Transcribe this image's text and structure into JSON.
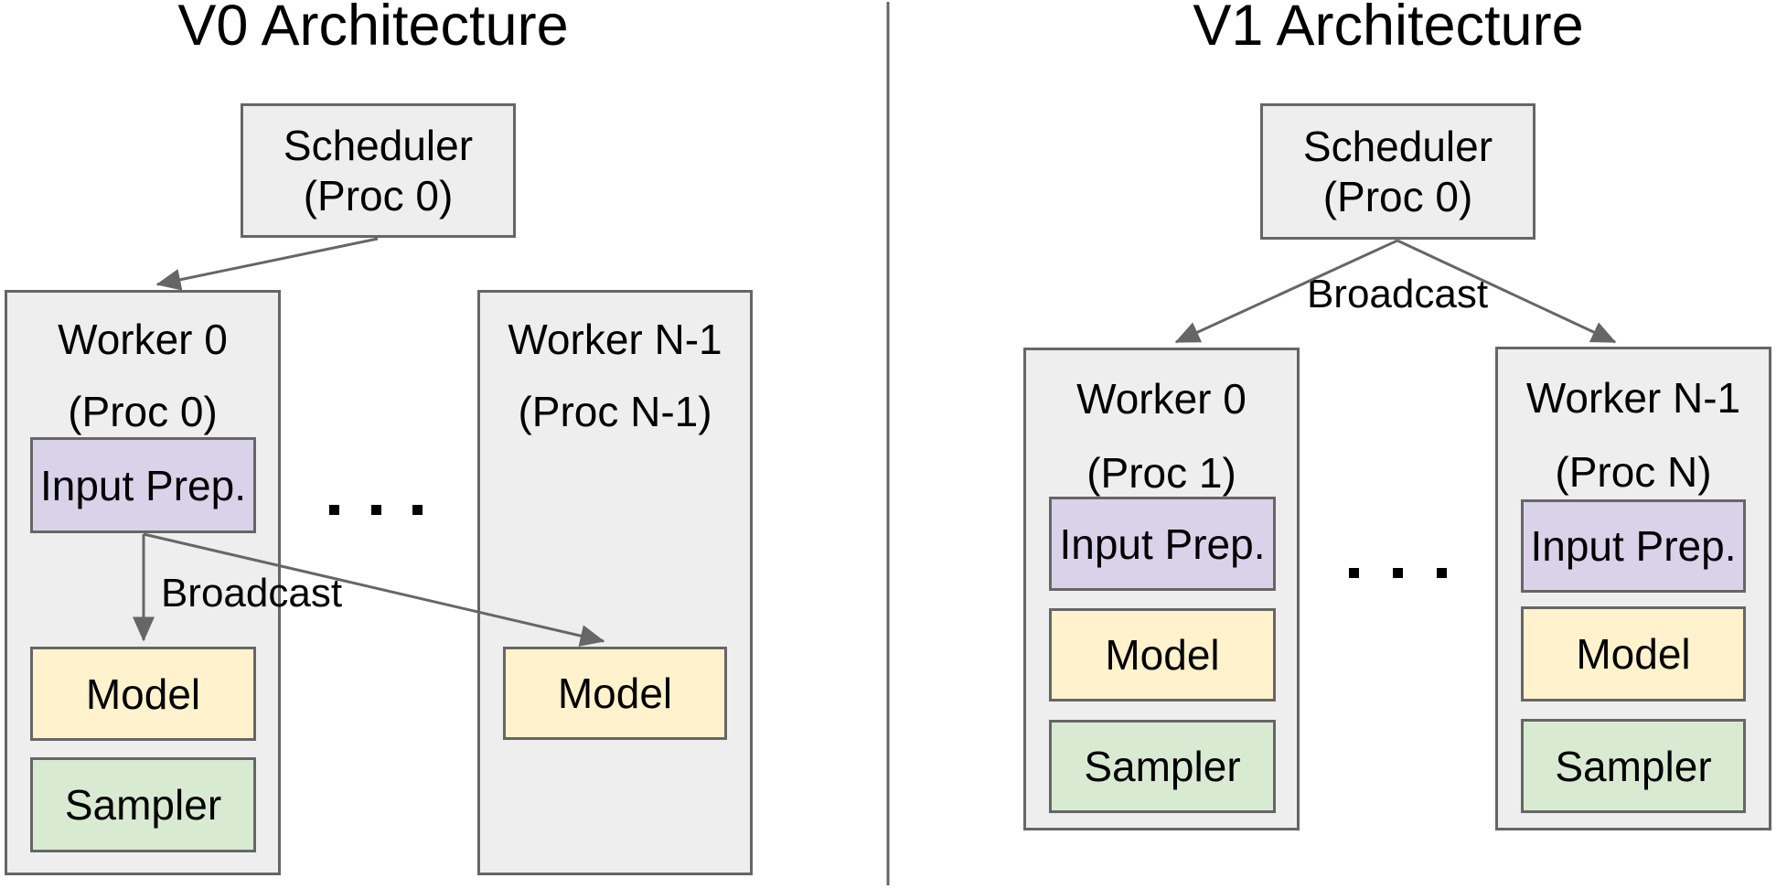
{
  "colors": {
    "box_fill": "#eeeeee",
    "border": "#666666",
    "input_prep_fill": "#d9d2e9",
    "model_fill": "#fff2cc",
    "sampler_fill": "#d9ead3",
    "arrow": "#666666",
    "text": "#000000"
  },
  "icons": {
    "ellipsis": "three-square-dots"
  },
  "v0": {
    "title": "V0 Architecture",
    "scheduler": {
      "line1": "Scheduler",
      "line2": "(Proc 0)"
    },
    "broadcast_label": "Broadcast",
    "worker0": {
      "line1": "Worker 0",
      "line2": "(Proc 0)",
      "input_prep": "Input Prep.",
      "model": "Model",
      "sampler": "Sampler"
    },
    "workerN": {
      "line1": "Worker N-1",
      "line2": "(Proc N-1)",
      "model": "Model"
    }
  },
  "v1": {
    "title": "V1 Architecture",
    "scheduler": {
      "line1": "Scheduler",
      "line2": "(Proc 0)"
    },
    "broadcast_label": "Broadcast",
    "worker0": {
      "line1": "Worker 0",
      "line2": "(Proc 1)",
      "input_prep": "Input Prep.",
      "model": "Model",
      "sampler": "Sampler"
    },
    "workerN": {
      "line1": "Worker N-1",
      "line2": "(Proc N)",
      "input_prep": "Input Prep.",
      "model": "Model",
      "sampler": "Sampler"
    }
  }
}
